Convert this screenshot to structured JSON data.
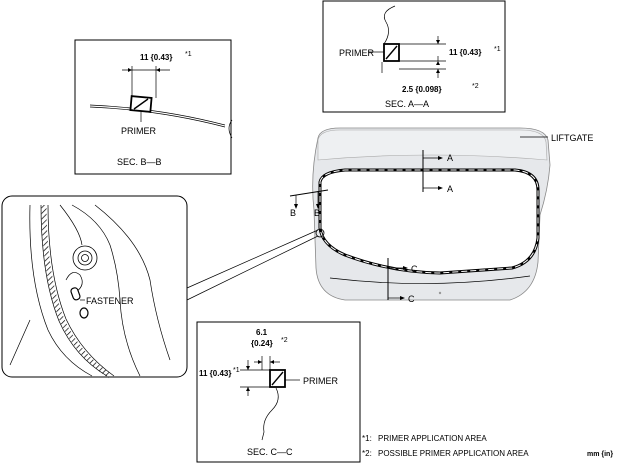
{
  "labels": {
    "liftgate": "LIFTGATE",
    "fastener": "FASTENER",
    "primer": "PRIMER",
    "section_a": "A",
    "section_b": "B",
    "section_c": "C",
    "sec_aa": "SEC. A—A",
    "sec_bb": "SEC. B—B",
    "sec_cc": "SEC. C—C"
  },
  "dimensions": {
    "dim_11": "11 {0.43}",
    "dim_25": "2.5 {0.098}",
    "dim_61": "6.1",
    "dim_024": "{0.24}",
    "sup1": "*1",
    "sup2": "*2"
  },
  "notes": {
    "note1_mark": "*1:",
    "note1_text": "PRIMER APPLICATION AREA",
    "note2_mark": "*2:",
    "note2_text": "POSSIBLE PRIMER APPLICATION AREA",
    "units": "mm {in}"
  }
}
